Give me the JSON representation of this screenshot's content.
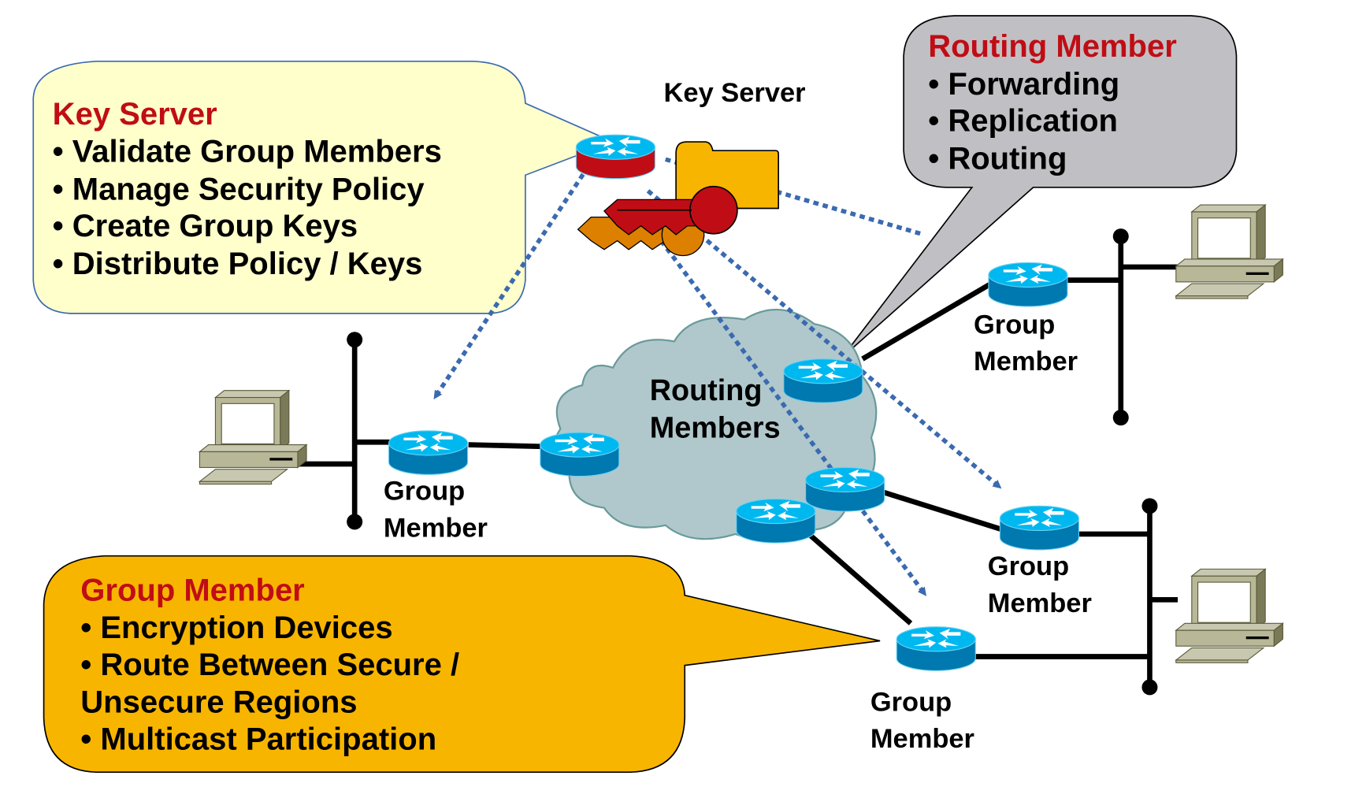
{
  "callouts": {
    "key_server": {
      "title": "Key Server",
      "items": [
        "• Validate Group Members",
        "• Manage Security Policy",
        "• Create Group Keys",
        "• Distribute Policy / Keys"
      ],
      "fill": "#ffffcc"
    },
    "routing_member": {
      "title": "Routing Member",
      "items": [
        "• Forwarding",
        "• Replication",
        "• Routing"
      ],
      "fill": "#c0c0c4"
    },
    "group_member": {
      "title": "Group Member",
      "items": [
        "• Encryption Devices",
        "• Route Between Secure /",
        "Unsecure Regions",
        "• Multicast Participation"
      ],
      "fill": "#f8b500"
    }
  },
  "labels": {
    "key_server": "Key Server",
    "routing_members_line1": "Routing",
    "routing_members_line2": "Members",
    "group_member_line1": "Group",
    "group_member_line2": "Member"
  },
  "colors": {
    "title_red": "#c00d15",
    "router_top": "#00b8f0",
    "router_side": "#0078b0",
    "key_server_side": "#c00d15",
    "cloud": "#b0c8cc",
    "arrow_blue": "#3a6ab0",
    "computer": "#b8b898"
  }
}
